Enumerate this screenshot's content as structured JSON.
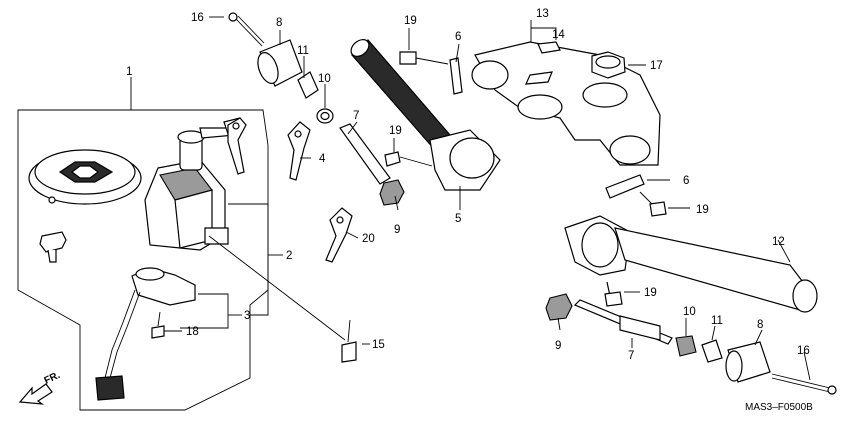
{
  "callouts": {
    "c1": "1",
    "c2": "2",
    "c3": "3",
    "c4": "4",
    "c5": "5",
    "c6a": "6",
    "c6b": "6",
    "c7a": "7",
    "c7b": "7",
    "c8a": "8",
    "c8b": "8",
    "c9a": "9",
    "c9b": "9",
    "c10a": "10",
    "c10b": "10",
    "c11a": "11",
    "c11b": "11",
    "c12": "12",
    "c13": "13",
    "c14": "14",
    "c15": "15",
    "c16a": "16",
    "c16b": "16",
    "c17": "17",
    "c18": "18",
    "c19a": "19",
    "c19b": "19",
    "c19c": "19",
    "c19d": "19",
    "c20": "20"
  },
  "direction_label": "FR.",
  "diagram_code": "MAS3–F0500B"
}
